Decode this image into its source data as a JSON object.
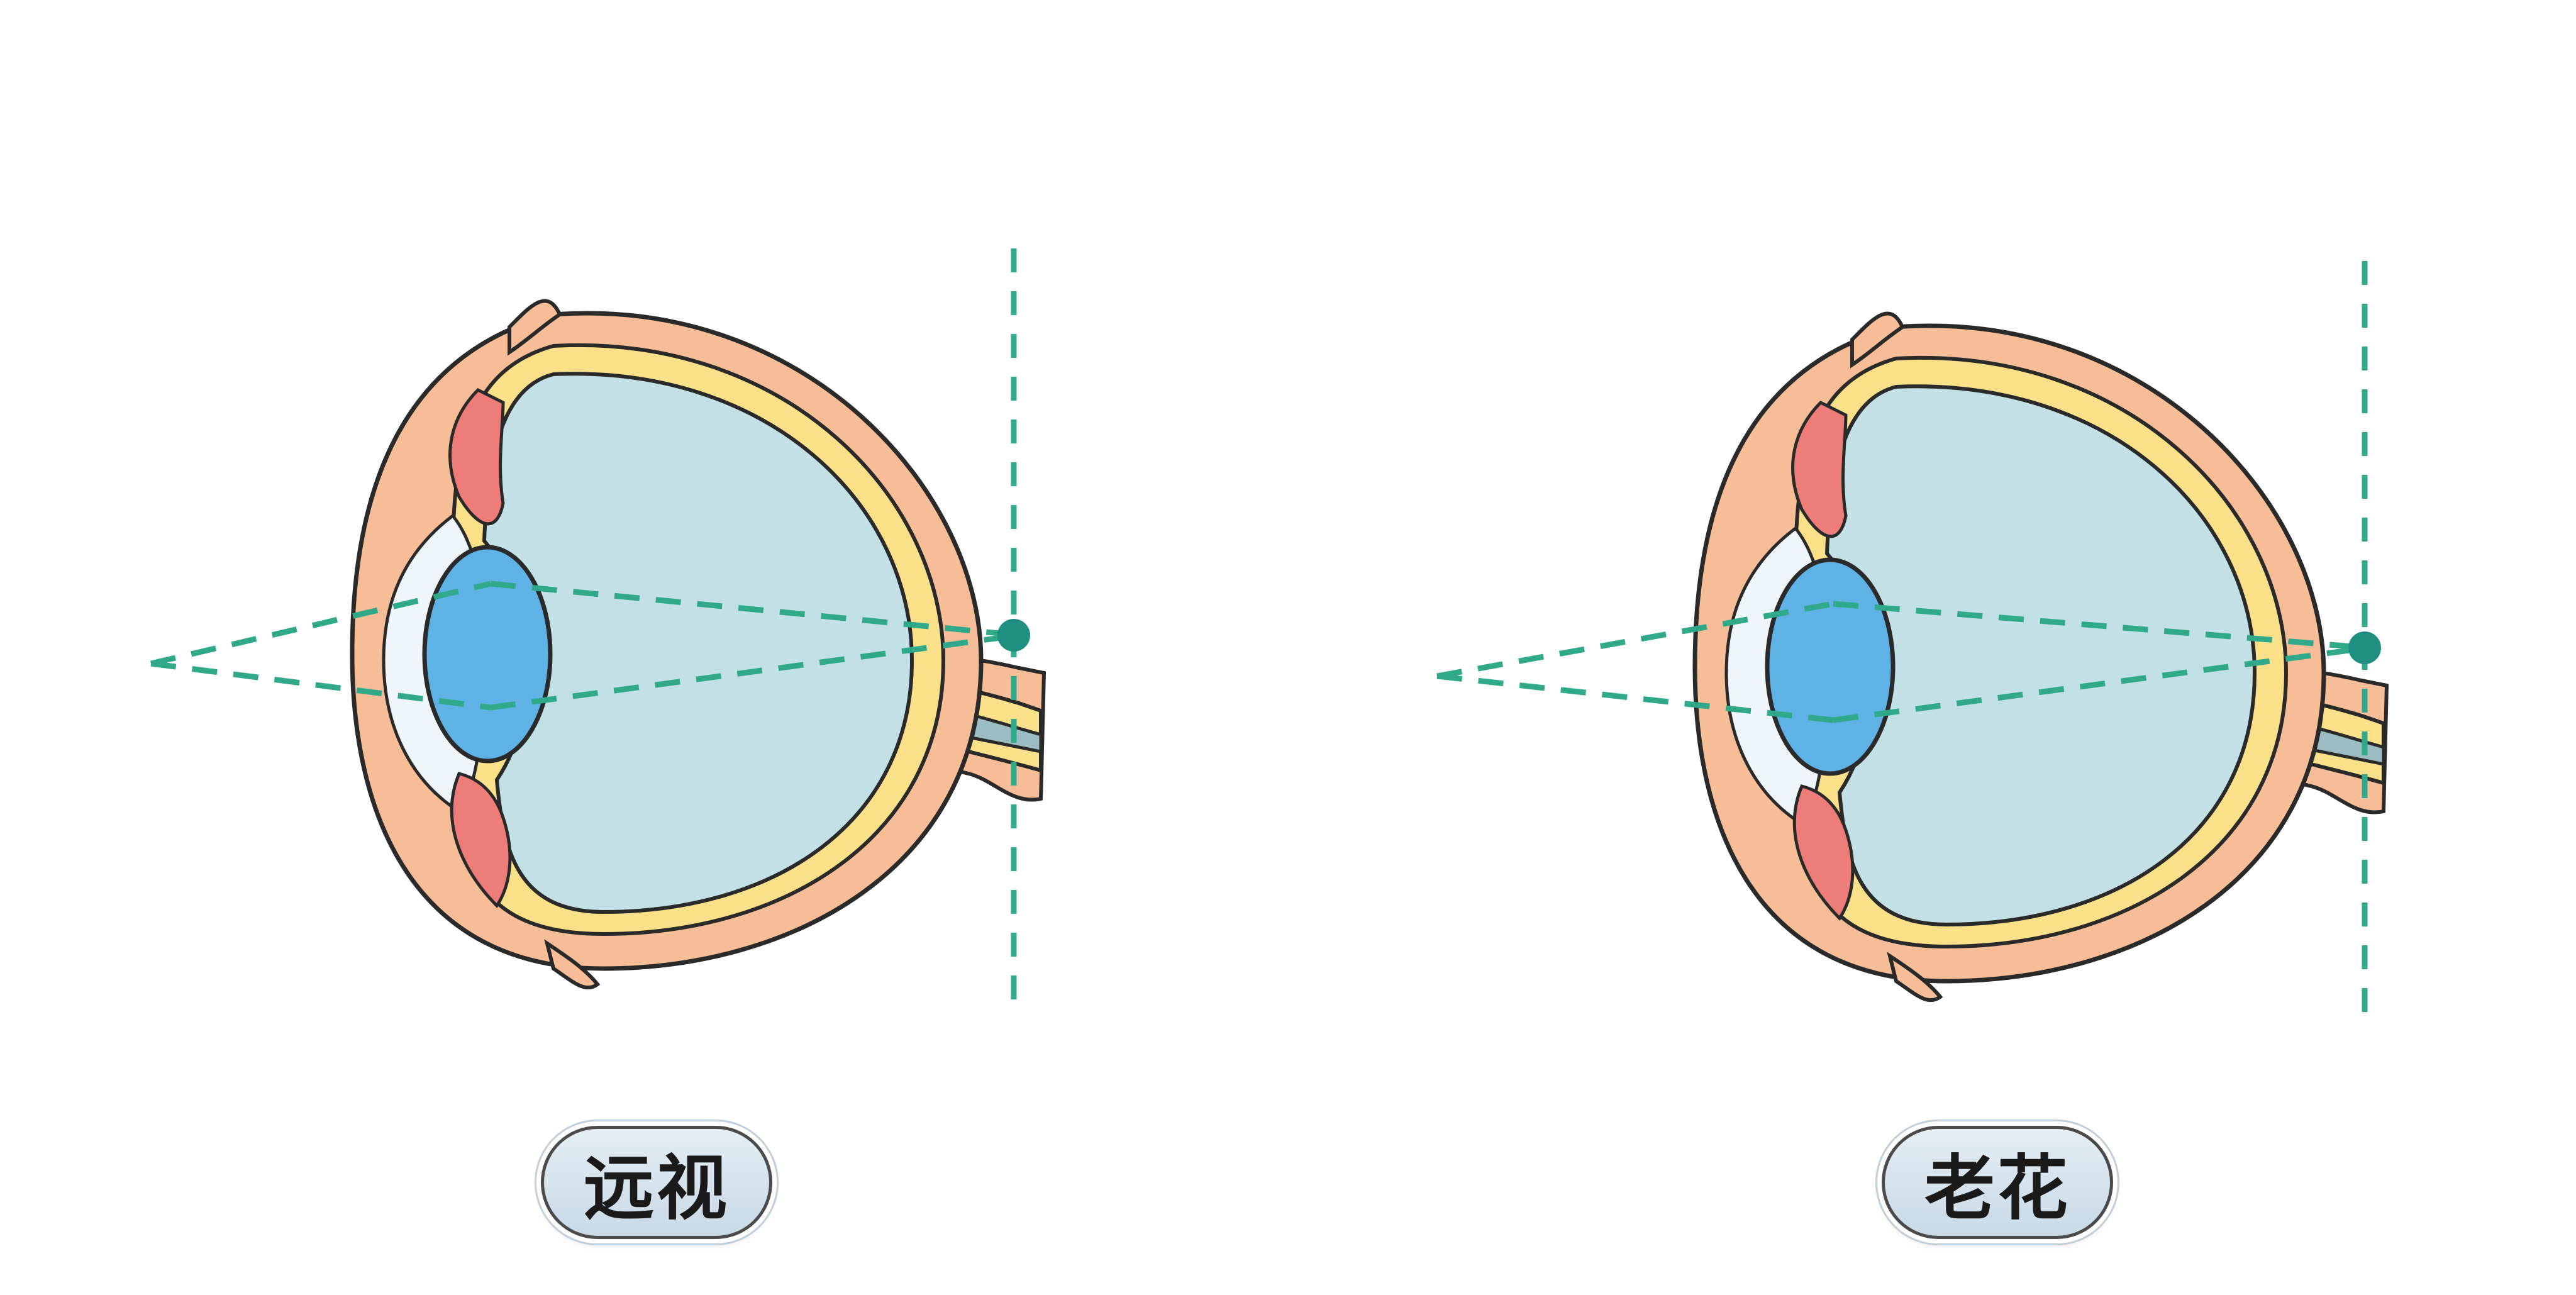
{
  "panels": [
    {
      "id": "hyperopia",
      "label": "远视"
    },
    {
      "id": "presbyopia",
      "label": "老花"
    }
  ],
  "colors": {
    "sclera": "#f6bd97",
    "choroid": "#fbe08a",
    "vitreous": "#c2e0e6",
    "lens": "#5fb2e6",
    "iris": "#ee7c78",
    "optic_nerve": "#9cbcc4",
    "ray": "#2fa98a",
    "focus_point": "#1f8f82",
    "outline": "#2a2a2a"
  },
  "icons": {
    "focus_marker": "filled-circle-icon"
  }
}
